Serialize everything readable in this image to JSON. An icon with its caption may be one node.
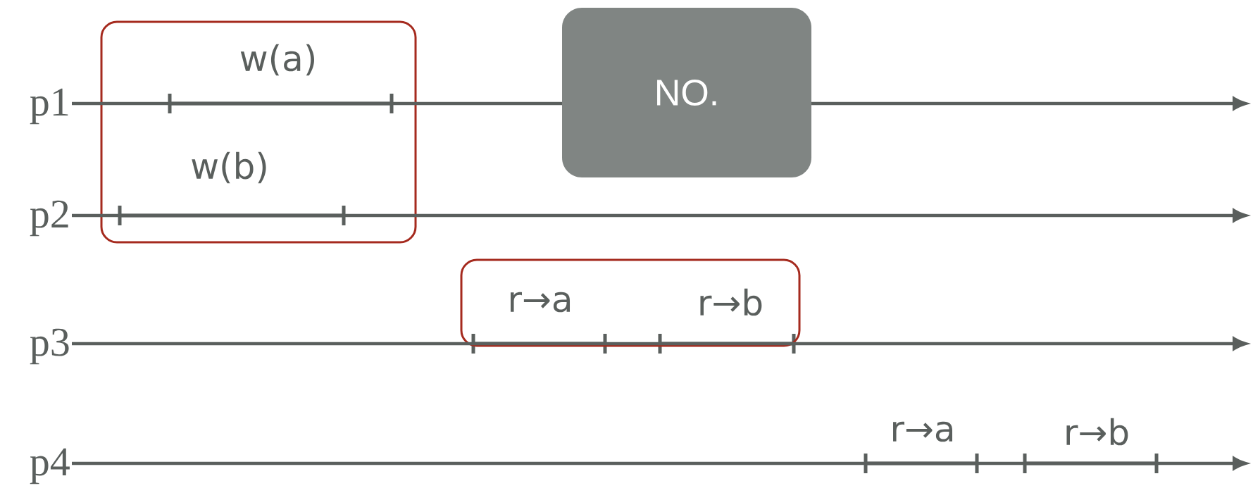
{
  "diagram": {
    "nodes": [
      {
        "text": [],
        "shape": "box"
      },
      {
        "text": [
          "w(a)"
        ],
        "in": 0
      },
      {
        "text": [
          "w(b)"
        ],
        "in": 0
      },
      {
        "text": [
          "NO."
        ]
      },
      {
        "text": [],
        "shape": "box"
      },
      {
        "text": [
          "r→a"
        ],
        "in": 4
      },
      {
        "text": [
          "r→b"
        ],
        "in": 4
      },
      {
        "text": [
          "r→a"
        ]
      },
      {
        "text": [
          "r→b"
        ]
      },
      {
        "text": [
          "p1"
        ]
      },
      {
        "text": [
          "p2"
        ]
      },
      {
        "text": [
          "p3"
        ]
      },
      {
        "text": [
          "p4"
        ]
      }
    ],
    "edges": [
      {
        "from": 9,
        "to": null,
        "arrow": "to"
      },
      {
        "from": 10,
        "to": null,
        "arrow": "to"
      },
      {
        "from": 11,
        "to": null,
        "arrow": "to"
      },
      {
        "from": 12,
        "to": null,
        "arrow": "to"
      }
    ]
  }
}
